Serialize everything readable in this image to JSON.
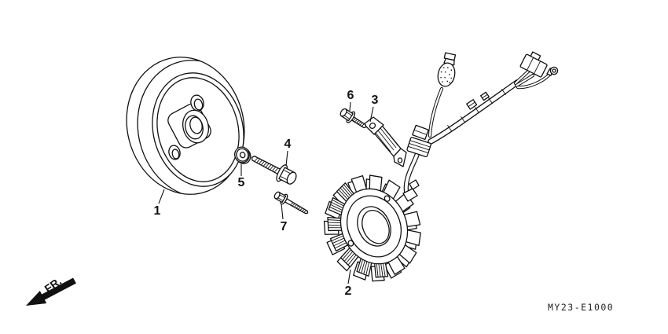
{
  "diagram": {
    "code": "MY23-E1000",
    "direction_label": "FR."
  },
  "callouts": [
    {
      "number": "1",
      "part": "flywheel-rotor"
    },
    {
      "number": "2",
      "part": "stator-coil"
    },
    {
      "number": "3",
      "part": "wire-clamp-bracket"
    },
    {
      "number": "4",
      "part": "flange-bolt"
    },
    {
      "number": "5",
      "part": "washer"
    },
    {
      "number": "6",
      "part": "flange-bolt-small"
    },
    {
      "number": "7",
      "part": "long-bolt"
    }
  ],
  "colors": {
    "line": "#111111",
    "background": "#ffffff"
  }
}
